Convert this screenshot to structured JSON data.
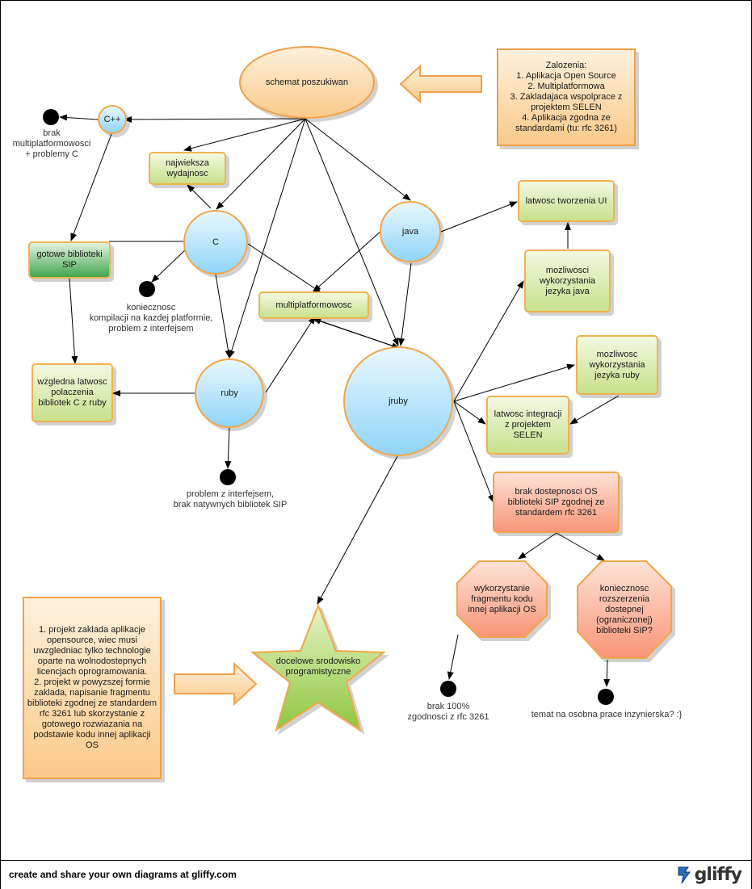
{
  "colors": {
    "orange_fill": "#fbd29d",
    "orange_stroke": "#f5a04a",
    "green_fill": "#d9eba3",
    "green_stroke": "#f0b24f",
    "dark_green_fill": "#5cb860",
    "blue_fill": "#a9e0fb",
    "blue_stroke": "#f0a64a",
    "red_fill": "#fba88a",
    "dark_dot": "#000000"
  },
  "nodes": {
    "schemat": "schemat poszukiwan",
    "zalozenia": "Zalozenia:\n1. Aplikacja Open Source\n2. Multiplatformowa\n3. Zakladajaca wspolprace z projektem SELEN\n4. Aplikacja zgodna ze standardami (tu: rfc 3261)",
    "cpp": "C++",
    "c": "C",
    "java": "java",
    "ruby": "ruby",
    "jruby": "jruby",
    "najwieksza": "najwieksza\nwydajnosc",
    "gotowe": "gotowe biblioteki\nSIP",
    "multiplatformowosc": "multiplatformowosc",
    "wzgledna": "wzgledna latwosc\npolaczenia\nbibliotek C z ruby",
    "latwosc_ui": "latwosc tworzenia UI",
    "mozliwosci_java": "mozliwosci\nwykorzystania\njezyka java",
    "mozliwosc_ruby": "mozliwosc\nwykorzystania\njezyka ruby",
    "latwosc_integracji": "latwosc integracji\nz projektem\nSELEN",
    "brak_os": "brak dostepnosci OS\nbiblioteki SIP zgodnej ze\nstandardem rfc 3261",
    "wykorzystanie": "wykorzystanie\nfragmentu kodu\ninnej aplikacji OS",
    "koniecznosc_rozsz": "koniecznosc\nrozszerzenia\ndostepnej\n(ograniczonej)\nbiblioteki SIP?",
    "docelowe": "docelowe srodowisko\nprogramistyczne",
    "projekt_note": "1. projekt zaklada aplikacje opensource, wiec musi uwzgledniac tylko technologie oparte na wolnodostepnych licencjach oprogramowania.\n2. projekt w powyzszej formie zaklada, napisanie fragmentu biblioteki zgodnej ze standardem rfc 3261 lub skorzystanie z gotowego rozwiazania na podstawie kodu innej aplikacji OS"
  },
  "notes": {
    "brak_multi": "brak\nmultiplatformowosci\n+ problemy C",
    "koniecznosc_komp": "koniecznosc\nkompilacji na kazdej platformie,\nproblem z interfejsem",
    "problem_interfejs": "problem z interfejsem,\nbrak natywnych bibliotek SIP",
    "brak_100": "brak 100%\nzgodnosci z rfc 3261",
    "temat": "temat na osobna prace inzynierska? :}"
  },
  "footer": {
    "text": "create and share your own diagrams at gliffy.com",
    "logo": "gliffy",
    "logo_icon": "gliffy-logo-icon"
  }
}
